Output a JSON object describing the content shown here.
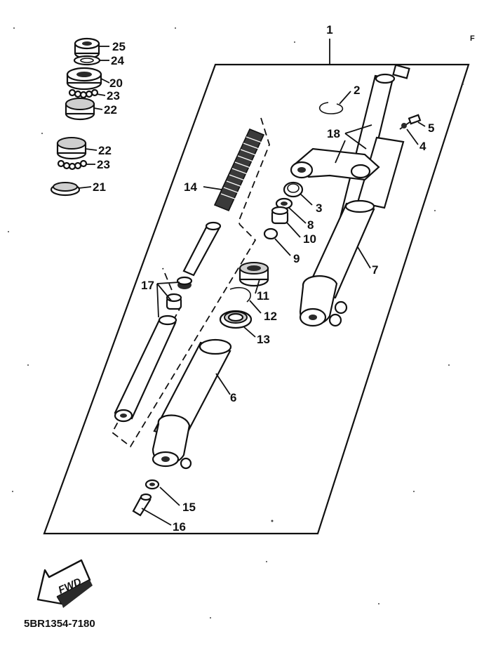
{
  "diagram": {
    "drawing_code": "5BR1354-7180",
    "direction_label": "FWD",
    "edge_fragment": "F",
    "callouts": [
      {
        "number": "1"
      },
      {
        "number": "2"
      },
      {
        "number": "3"
      },
      {
        "number": "4"
      },
      {
        "number": "5"
      },
      {
        "number": "6"
      },
      {
        "number": "7"
      },
      {
        "number": "8"
      },
      {
        "number": "9"
      },
      {
        "number": "10"
      },
      {
        "number": "11"
      },
      {
        "number": "12"
      },
      {
        "number": "13"
      },
      {
        "number": "14"
      },
      {
        "number": "15"
      },
      {
        "number": "16"
      },
      {
        "number": "17"
      },
      {
        "number": "18"
      },
      {
        "number": "20"
      },
      {
        "number": "21"
      },
      {
        "number": "22"
      },
      {
        "number": "22"
      },
      {
        "number": "23"
      },
      {
        "number": "23"
      },
      {
        "number": "24"
      },
      {
        "number": "25"
      }
    ]
  }
}
